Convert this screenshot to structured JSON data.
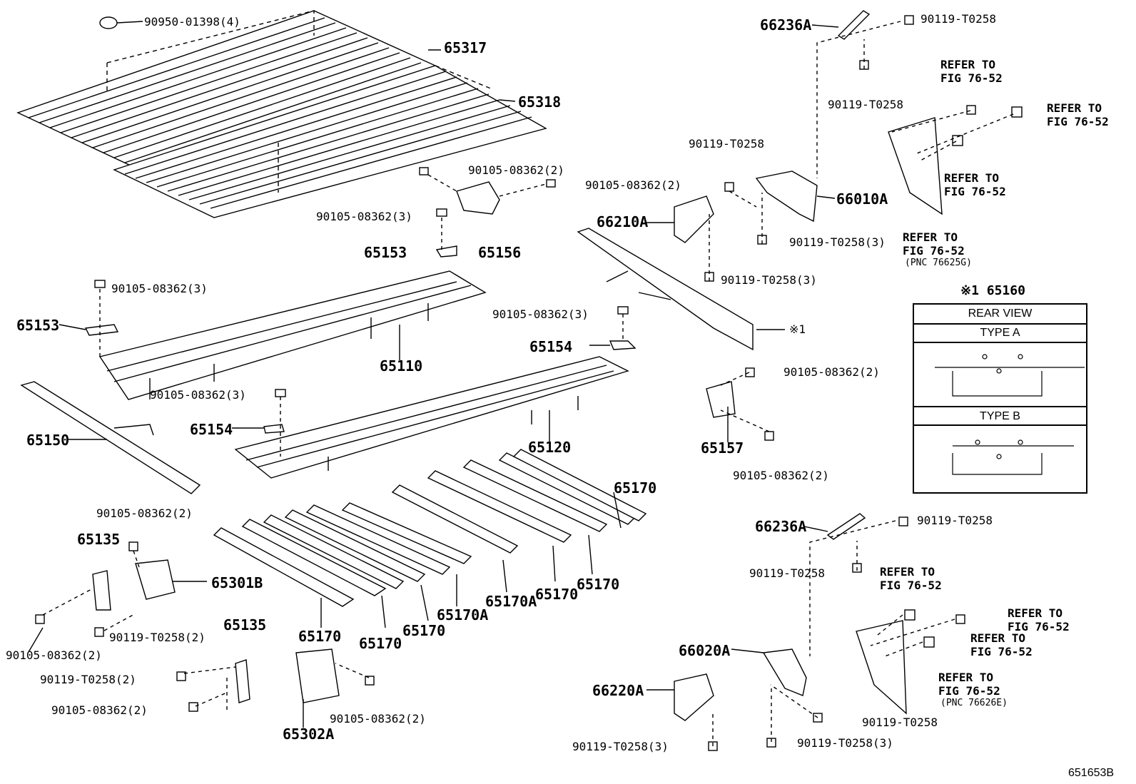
{
  "labels": {
    "p90950": "90950-01398(4)",
    "p65317": "65317",
    "p65318": "65318",
    "p66236A_top": "66236A",
    "p90119_top_right": "90119-T0258",
    "p90119_top_mid": "90119-T0258",
    "ref_t1": "REFER TO",
    "ref_t1b": "FIG 76-52",
    "ref_t2": "REFER TO",
    "ref_t2b": "FIG 76-52",
    "ref_t3": "REFER TO",
    "ref_t3b": "FIG 76-52",
    "ref_t4": "REFER TO",
    "ref_t4b": "FIG 76-52",
    "pnc_top": "(PNC 76625G)",
    "p90119_a": "90119-T0258",
    "p66010A": "66010A",
    "p90105_b1": "90105-08362(2)",
    "p90105_b2": "90105-08362(2)",
    "p90105_b3": "90105-08362(3)",
    "p66210A": "66210A",
    "p90119_b": "90119-T0258(3)",
    "p65153_a": "65153",
    "p65156": "65156",
    "p90119_c": "90119-T0258(3)",
    "p90105_c": "90105-08362(3)",
    "p65153_b": "65153",
    "p65110": "65110",
    "p90105_d": "90105-08362(3)",
    "p65154_a": "65154",
    "note1": "※1",
    "p90105_e": "90105-08362(2)",
    "p90105_f": "90105-08362(3)",
    "p65154_b": "65154",
    "p65150": "65150",
    "p65120": "65120",
    "p65157": "65157",
    "p90105_g": "90105-08362(2)",
    "p65170_a": "65170",
    "p90105_h": "90105-08362(2)",
    "p65135_a": "65135",
    "p65301B": "65301B",
    "p65170_b": "65170",
    "p65170A_a": "65170A",
    "p65170_c": "65170",
    "p65170A_b": "65170A",
    "p65170_d": "65170",
    "p65170_e": "65170",
    "p65170_f": "65170",
    "p90105_i": "90105-08362(2)",
    "p90119_d": "90119-T0258(2)",
    "p65135_b": "65135",
    "p90119_e": "90119-T0258(2)",
    "p90105_j": "90105-08362(2)",
    "p65302A": "65302A",
    "p90105_k": "90105-08362(2)",
    "p66236A_bot": "66236A",
    "p90119_f": "90119-T0258",
    "p90119_g": "90119-T0258",
    "ref_b1": "REFER TO",
    "ref_b1b": "FIG 76-52",
    "ref_b2": "REFER TO",
    "ref_b2b": "FIG 76-52",
    "ref_b3": "REFER TO",
    "ref_b3b": "FIG 76-52",
    "ref_b4": "REFER TO",
    "ref_b4b": "FIG 76-52",
    "pnc_bot": "(PNC 76626E)",
    "p66020A": "66020A",
    "p66220A": "66220A",
    "p90119_h": "90119-T0258",
    "p90119_i": "90119-T0258(3)",
    "p90119_j": "90119-T0258(3)",
    "fig_id": "651653B"
  },
  "inset": {
    "title": "※1 65160",
    "rear_view": "REAR VIEW",
    "type_a": "TYPE A",
    "type_b": "TYPE B"
  }
}
